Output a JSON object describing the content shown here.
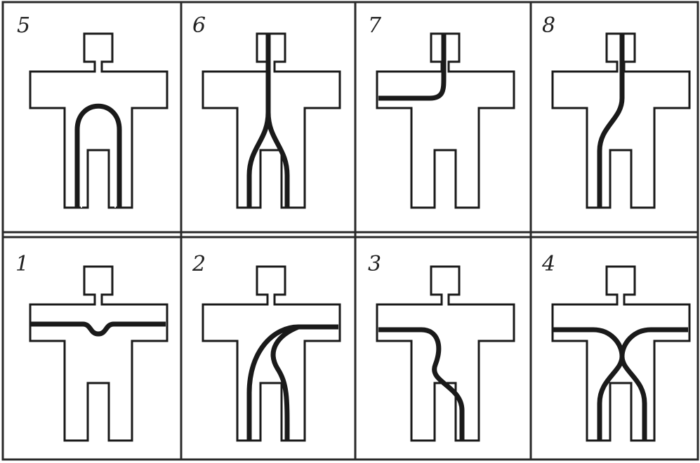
{
  "figure": {
    "panels": [
      {
        "label": "5",
        "pattern": "loop"
      },
      {
        "label": "6",
        "pattern": "fork-down"
      },
      {
        "label": "7",
        "pattern": "left-arm-to-head"
      },
      {
        "label": "8",
        "pattern": "head-to-left-leg"
      },
      {
        "label": "1",
        "pattern": "across-arms"
      },
      {
        "label": "2",
        "pattern": "right-arm-branch"
      },
      {
        "label": "3",
        "pattern": "left-arm-to-right-leg"
      },
      {
        "label": "4",
        "pattern": "crossing"
      }
    ],
    "colors": {
      "background": "#ffffff",
      "outline": "#1a1a1a",
      "grid": "#2a2a2a",
      "label": "#222222"
    }
  }
}
